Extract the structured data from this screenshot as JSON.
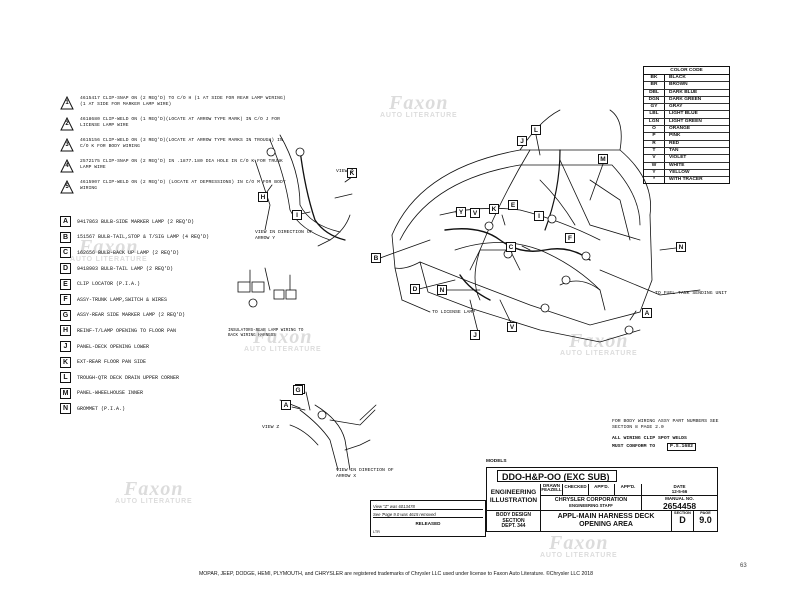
{
  "notes": [
    {
      "id": "1",
      "text": "4615417 CLIP-SNAP ON (2 REQ'D) TO C/O H (1 AT SIDE FOR REAR LAMP WIRING) (1 AT SIDE FOR MARKER LAMP WIRE)"
    },
    {
      "id": "2",
      "text": "4618680 CLIP-WELD ON (1 REQ'D)(LOCATE AT ARROW TYPE MARK) IN C/O J FOR LICENSE LAMP WIRE"
    },
    {
      "id": "3",
      "text": "4615156 CLIP-WELD ON (3 REQ'D)(LOCATE AT ARROW TYPE MARKS IN TROUGH) IN C/O K FOR BODY WIRING"
    },
    {
      "id": "4",
      "text": "2572175 CLIP-SNAP ON (2 REQ'D) IN .1877.180 DIA HOLE IN C/O K FOR TRUNK LAMP WIRE"
    },
    {
      "id": "5",
      "text": "4615907 CLIP-WELD ON (2 REQ'D) (LOCATE AT DEPRESSIONS) IN C/O M FOR BODY WIRING"
    }
  ],
  "legend": [
    {
      "key": "A",
      "text": "9417863 BULB-SIDE MARKER LAMP (2 REQ'D)"
    },
    {
      "key": "B",
      "text": "151567 BULB-TAIL,STOP & T/SIG LAMP (4 REQ'D)"
    },
    {
      "key": "C",
      "text": "162656 BULB-BACK UP LAMP (2 REQ'D)"
    },
    {
      "key": "D",
      "text": "9418903 BULB-TAIL LAMP (2 REQ'D)"
    },
    {
      "key": "E",
      "text": "CLIP LOCATOR (P.I.A.)"
    },
    {
      "key": "F",
      "text": "ASSY-TRUNK LAMP,SWITCH & WIRES"
    },
    {
      "key": "G",
      "text": "ASSY-REAR SIDE MARKER LAMP (2 REQ'D)"
    },
    {
      "key": "H",
      "text": "REINF-T/LAMP OPENING TO FLOOR PAN"
    },
    {
      "key": "J",
      "text": "PANEL-DECK OPENING LOWER"
    },
    {
      "key": "K",
      "text": "EXT-REAR FLOOR PAN SIDE"
    },
    {
      "key": "L",
      "text": "TROUGH-QTR DECK DRAIN UPPER CORNER"
    },
    {
      "key": "M",
      "text": "PANEL-WHEELHOUSE INNER"
    },
    {
      "key": "N",
      "text": "GROMMET (P.I.A.)"
    }
  ],
  "color_code": {
    "title": "COLOR CODE",
    "rows": [
      {
        "code": "BK",
        "name": "BLACK"
      },
      {
        "code": "BR",
        "name": "BROWN"
      },
      {
        "code": "DBL",
        "name": "DARK BLUE"
      },
      {
        "code": "DGN",
        "name": "DARK GREEN"
      },
      {
        "code": "GY",
        "name": "GRAY"
      },
      {
        "code": "LBL",
        "name": "LIGHT BLUE"
      },
      {
        "code": "LGN",
        "name": "LIGHT GREEN"
      },
      {
        "code": "O",
        "name": "ORANGE"
      },
      {
        "code": "P",
        "name": "PINK"
      },
      {
        "code": "R",
        "name": "RED"
      },
      {
        "code": "T",
        "name": "TAN"
      },
      {
        "code": "V",
        "name": "VIOLET"
      },
      {
        "code": "W",
        "name": "WHITE"
      },
      {
        "code": "Y",
        "name": "YELLOW"
      },
      {
        "code": "*",
        "name": "WITH TRACER"
      }
    ]
  },
  "diagram": {
    "view_z": "VIEW Z",
    "view_z_bottom": "VIEW Z",
    "view_y": "VIEW IN DIRECTION OF ARROW Y",
    "view_x": "VIEW IN DIRECTION OF ARROW X",
    "license_lamp": "TO LICENSE LAMP",
    "fuel_tank": "TO FUEL TANK SENDING UNIT",
    "insulators": "INSULATORS-REAR LAMP WIRING TO BACK WIRING HARNESS",
    "body_wiring_note": "FOR BODY WIRING ASSY PART NUMBERS SEE SECTION 8 PAGE 2.0",
    "spot_welds": "ALL WIRING CLIP SPOT WELDS",
    "conform": "MUST CONFORM TO",
    "spec": "P.S.1682",
    "letters": [
      "L",
      "M",
      "J",
      "G",
      "N",
      "H",
      "K",
      "I",
      "B",
      "D",
      "N",
      "J",
      "V",
      "C",
      "E",
      "K",
      "Y",
      "V",
      "I",
      "F",
      "A",
      "G",
      "A"
    ]
  },
  "title_block": {
    "models_label": "MODELS",
    "models": "DDO-H&P-OO (EXC SUB)",
    "engineering": "ENGINEERING ILLUSTRATION",
    "drawn": "DRAWN",
    "feazell": "FEAZELL",
    "checked": "CHECKED",
    "appd": "APP'D.",
    "date_label": "DATE",
    "date": "12-5-66",
    "corporation": "CHRYSLER CORPORATION",
    "eng_staff": "ENGINEERING STAFF",
    "manual_label": "MANUAL NO.",
    "manual_no": "2654458",
    "body_design": "BODY DESIGN SECTION",
    "dept": "DEPT. 344",
    "title": "APPL-MAIN HARNESS DECK OPENING AREA",
    "section_label": "SECTION",
    "section": "D",
    "page_label": "PAGE",
    "page": "9.0"
  },
  "revision": {
    "released": "RELEASED",
    "ltr": "LTR",
    "row1": "View \"Z\" was 6013478",
    "row2": "See 'Page 9.0 was 4615 removed"
  },
  "watermark": {
    "brand": "Faxon",
    "sub": "AUTO LITERATURE"
  },
  "footer": "MOPAR, JEEP, DODGE, HEMI, PLYMOUTH, and CHRYSLER are registered trademarks of Chrysler LLC used under license to Faxon Auto Literature. ©Chrysler LLC 2018",
  "page_number": "63"
}
